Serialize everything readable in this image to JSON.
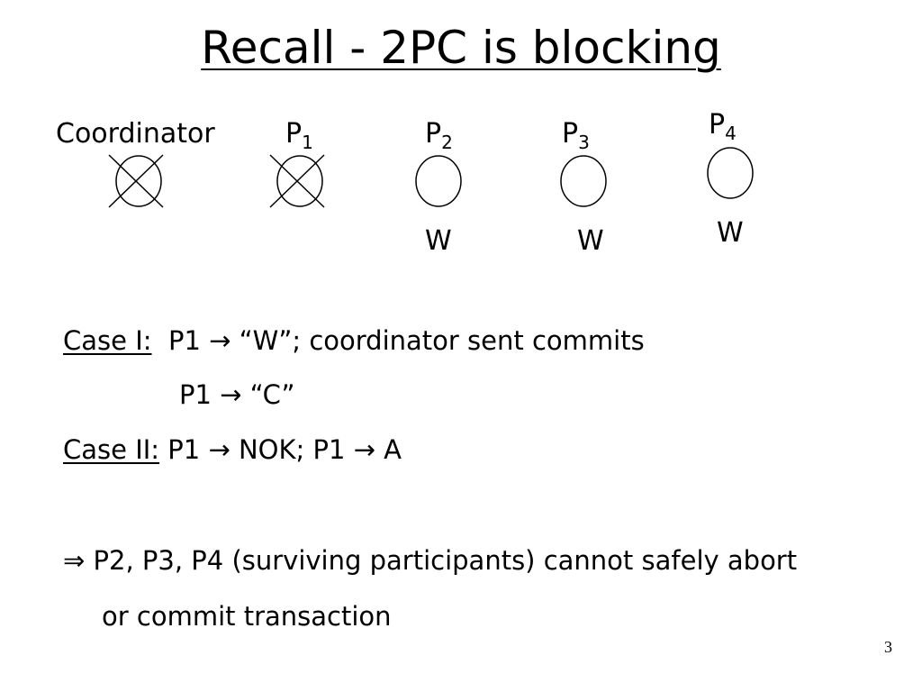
{
  "title": "Recall - 2PC is blocking",
  "diagram": {
    "coordinator": {
      "label": "Coordinator",
      "failed": true
    },
    "participants": [
      {
        "name": "P",
        "index": "1",
        "failed": true,
        "state": ""
      },
      {
        "name": "P",
        "index": "2",
        "failed": false,
        "state": "W"
      },
      {
        "name": "P",
        "index": "3",
        "failed": false,
        "state": "W"
      },
      {
        "name": "P",
        "index": "4",
        "failed": false,
        "state": "W"
      }
    ]
  },
  "cases": {
    "case1_label": "Case I:",
    "case1_line1": "P1 → “W”; coordinator sent commits",
    "case1_line2": "P1 → “C”",
    "case2_label": "Case II:",
    "case2_line": "P1 → NOK; P1 → A"
  },
  "conclusion": {
    "arrow": "⇒",
    "line1": "P2, P3, P4 (surviving participants) cannot safely abort",
    "line2": "or commit transaction"
  },
  "page_number": "3"
}
